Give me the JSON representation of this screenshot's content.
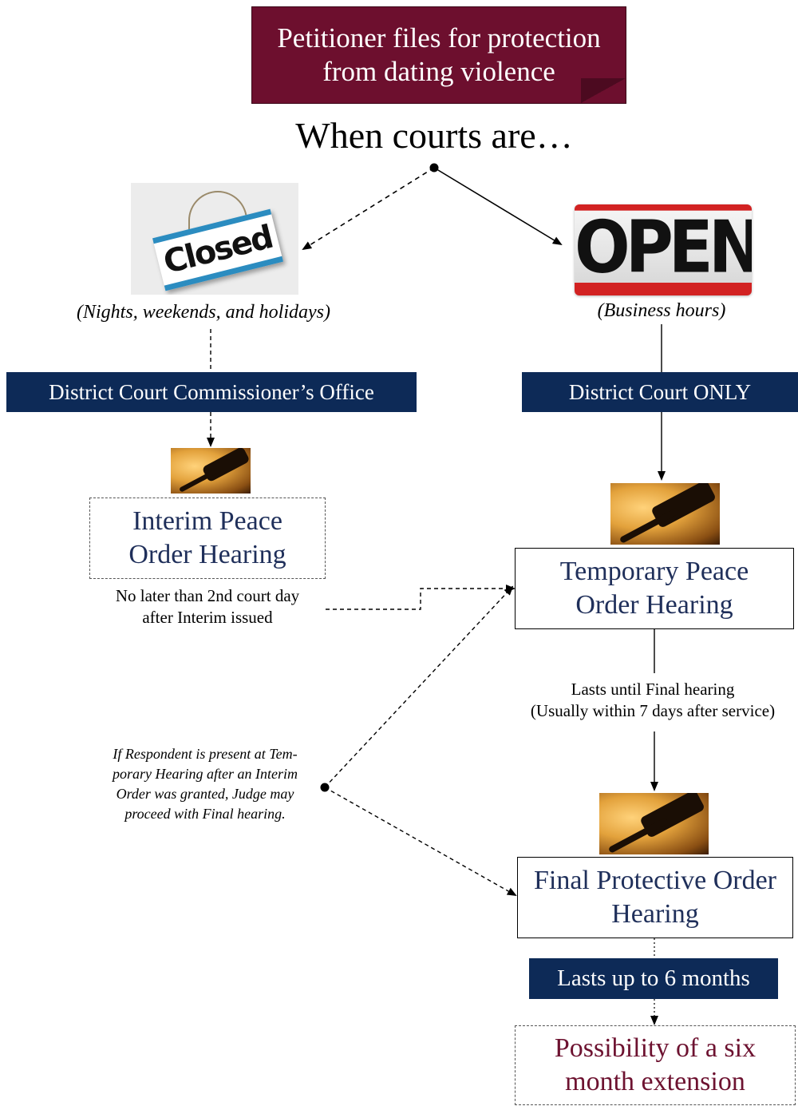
{
  "top_box": {
    "line1": "Petitioner files for protection",
    "line2": "from dating violence"
  },
  "question": "When courts are…",
  "closed": {
    "sign_text": "Closed",
    "caption": "(Nights, weekends, and holidays)"
  },
  "open": {
    "sign_text": "OPEN",
    "caption": "(Business hours)"
  },
  "left_branch": {
    "office_label": "District Court Commissioner’s Office",
    "interim_line1": "Interim Peace",
    "interim_line2": "Order Hearing",
    "interim_note_line1": "No later than 2nd court day",
    "interim_note_line2": "after Interim issued"
  },
  "right_branch": {
    "court_label": "District Court ONLY",
    "temporary_line1": "Temporary Peace",
    "temporary_line2": "Order Hearing",
    "temporary_note_line1": "Lasts until Final hearing",
    "temporary_note_line2": "(Usually within 7 days after service)",
    "final_line1": "Final Protective Order",
    "final_line2": "Hearing",
    "final_duration": "Lasts up to 6 months",
    "extension_line1": "Possibility of a six",
    "extension_line2": "month extension"
  },
  "side_note": {
    "line1": "If Respondent is present at Tem-",
    "line2": "porary Hearing after an Interim",
    "line3": "Order was granted, Judge may",
    "line4": "proceed with Final hearing."
  },
  "colors": {
    "maroon": "#6d0f2e",
    "navy": "#0d2a57",
    "dark_blue_text": "#1f2f5a",
    "extension_text": "#6d1230"
  },
  "icons": [
    "closed-sign-image",
    "open-sign-image",
    "gavel-image",
    "gavel-image",
    "gavel-image"
  ]
}
